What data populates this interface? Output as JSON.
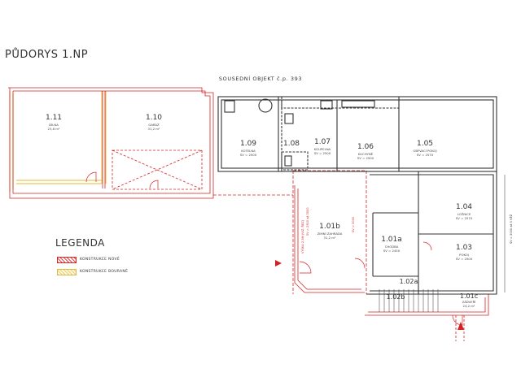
{
  "title": "PŮDORYS 1.NP",
  "neighbor_label": "SOUSEDNÍ OBJEKT č.p. 393",
  "rooms": [
    {
      "id": "1.11",
      "name": "DÍLNA",
      "meta": "23,8 m²"
    },
    {
      "id": "1.10",
      "name": "GARÁŽ",
      "meta": "31,2 m²"
    },
    {
      "id": "1.09",
      "name": "KOTELNA",
      "meta": "SV = 2500"
    },
    {
      "id": "1.08",
      "name": "",
      "meta": ""
    },
    {
      "id": "1.07",
      "name": "KOUPELNA",
      "meta": "SV = 2500"
    },
    {
      "id": "1.06",
      "name": "KUCHYNĚ",
      "meta": "SV = 2500"
    },
    {
      "id": "1.05",
      "name": "OBÝVACÍ POKOJ",
      "meta": "SV = 2570"
    },
    {
      "id": "1.04",
      "name": "LOŽNICE",
      "meta": "SV = 2570"
    },
    {
      "id": "1.03",
      "name": "POKOJ",
      "meta": "SV = 2500"
    },
    {
      "id": "1.01b",
      "name": "ZIMNÍ ZAHRADA",
      "meta": "31,2 m²"
    },
    {
      "id": "1.01a",
      "name": "CHODBA",
      "meta": "SV = 2450"
    },
    {
      "id": "1.02a",
      "name": "",
      "meta": ""
    },
    {
      "id": "1.02b",
      "name": "",
      "meta": ""
    },
    {
      "id": "1.01c",
      "name": "ZÁDVEŘÍ",
      "meta": "24,2 m²"
    }
  ],
  "legend": {
    "title": "LEGENDA",
    "items": [
      {
        "label": "KONSTRUKCE NOVÉ"
      },
      {
        "label": "KONSTRUKCE BOURANÉ"
      }
    ]
  },
  "notes": {
    "v1": "SV = 3000",
    "v2": "VÝŠKA 2,3M (VIZ. ŘEZ)",
    "v3": "SV = 2510 až 3000",
    "v4": "SV = 3000 až 3 VĚŽ"
  },
  "colors": {
    "wall": "#333333",
    "new": "#d42222",
    "demolished": "#e6c85a"
  }
}
